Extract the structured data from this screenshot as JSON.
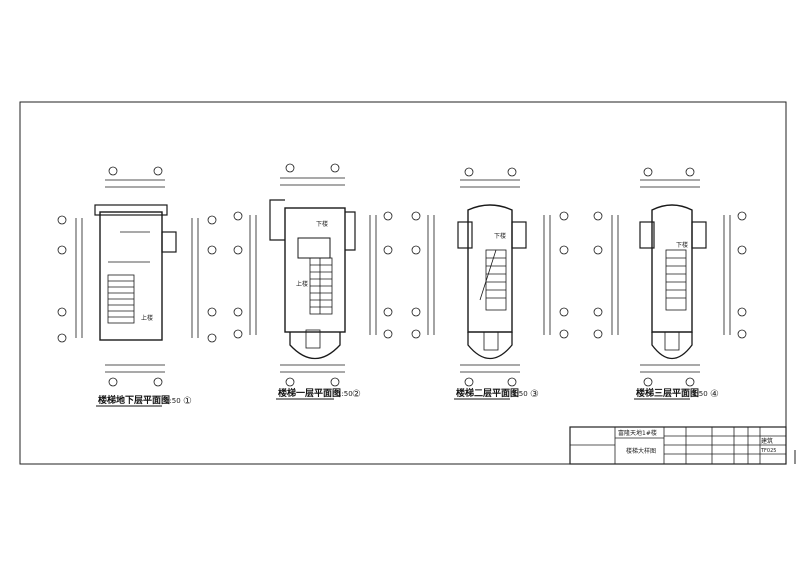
{
  "plans": [
    {
      "id": "basement",
      "title": "楼梯地下层平面图",
      "scale": "1:50",
      "index": "①"
    },
    {
      "id": "floor1",
      "title": "楼梯一层平面图",
      "scale": "1:50",
      "index": "②"
    },
    {
      "id": "floor2",
      "title": "楼梯二层平面图",
      "scale": "1:50",
      "index": "③"
    },
    {
      "id": "floor3",
      "title": "楼梯三层平面图",
      "scale": "1:50",
      "index": "④"
    }
  ],
  "labels": {
    "up": "上楼",
    "down": "下楼"
  },
  "title_block": {
    "project": "富隆天地1#楼",
    "drawing": "楼梯大样图",
    "discipline": "建筑",
    "code": "TF025"
  },
  "colors": {
    "line": "#1a1a1a",
    "frame": "#222222"
  }
}
